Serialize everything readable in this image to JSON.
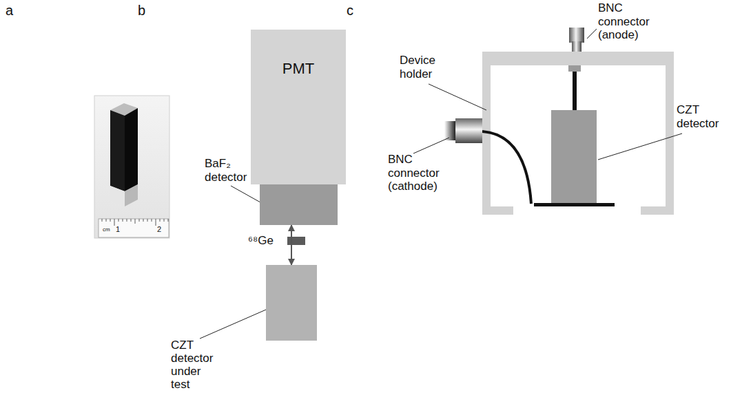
{
  "diagram": {
    "nodes": [
      {
        "text": [
          "PMT"
        ]
      },
      {
        "text": [
          "BaF₂ detector"
        ]
      },
      {
        "text": [
          "CZT detector under test"
        ]
      }
    ],
    "edges": [
      {
        "from": 1,
        "to": 2,
        "arrow": "both"
      }
    ],
    "labels": [
      "a",
      "cm",
      "1",
      "2",
      "b",
      "⁶⁸Ge",
      "c",
      "Device holder",
      "BNC connector (anode)",
      "CZT detector",
      "BNC connector (cathode)"
    ]
  }
}
